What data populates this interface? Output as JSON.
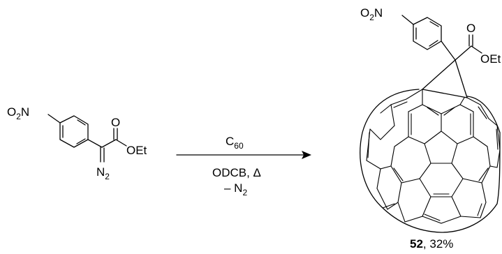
{
  "reactant": {
    "nitro_group": {
      "main": "O",
      "sub": "2",
      "tail": "N"
    },
    "carbonyl_o": "O",
    "ester": "OEt",
    "diazo": {
      "main": "N",
      "sub": "2"
    }
  },
  "conditions": {
    "reagent": {
      "main": "C",
      "sub": "60"
    },
    "solvent": "ODCB, Δ",
    "byproduct": {
      "main": "– N",
      "sub": "2"
    }
  },
  "product": {
    "nitro_group": {
      "main": "O",
      "sub": "2",
      "tail": "N"
    },
    "carbonyl_o": "O",
    "ester": "OEt",
    "label": {
      "number": "52",
      "rest": ", 32%"
    }
  }
}
